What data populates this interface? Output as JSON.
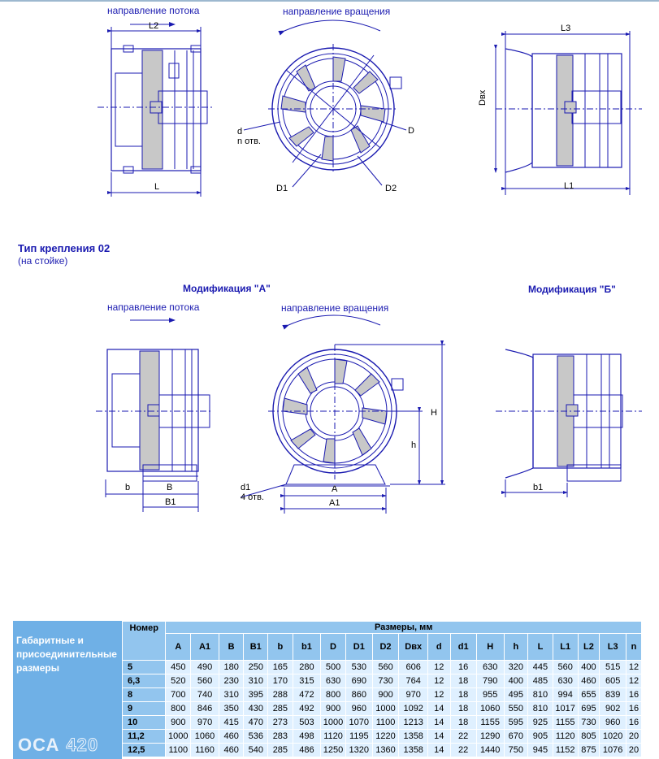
{
  "labels": {
    "flow_direction": "направление потока",
    "rotation_direction": "направление вращения",
    "d": "d",
    "n_holes": "n отв.",
    "d1_4holes": "d1",
    "four_holes": "4 отв."
  },
  "dims": {
    "L2": "L2",
    "L": "L",
    "L3": "L3",
    "L1": "L1",
    "Dvx": "Dвх",
    "D": "D",
    "D1": "D1",
    "D2": "D2",
    "b": "b",
    "B": "B",
    "B1": "B1",
    "A": "A",
    "A1": "A1",
    "H": "H",
    "h": "h",
    "b1": "b1"
  },
  "section": {
    "title": "Тип крепления 02",
    "subtitle": "(на стойке)",
    "mod_a": "Модификация \"А\"",
    "mod_b": "Модификация \"Б\""
  },
  "table": {
    "caption": "Габаритные и присоединительные размеры",
    "model": "ОСА",
    "model_num": "420",
    "nomer_header": "Номер",
    "units_header": "Размеры, мм",
    "columns": [
      "A",
      "A1",
      "B",
      "B1",
      "b",
      "b1",
      "D",
      "D1",
      "D2",
      "Dвх",
      "d",
      "d1",
      "H",
      "h",
      "L",
      "L1",
      "L2",
      "L3",
      "n"
    ],
    "rows": [
      {
        "no": "5",
        "values": [
          "450",
          "490",
          "180",
          "250",
          "165",
          "280",
          "500",
          "530",
          "560",
          "606",
          "12",
          "16",
          "630",
          "320",
          "445",
          "560",
          "400",
          "515",
          "12"
        ]
      },
      {
        "no": "6,3",
        "values": [
          "520",
          "560",
          "230",
          "310",
          "170",
          "315",
          "630",
          "690",
          "730",
          "764",
          "12",
          "18",
          "790",
          "400",
          "485",
          "630",
          "460",
          "605",
          "12"
        ]
      },
      {
        "no": "8",
        "values": [
          "700",
          "740",
          "310",
          "395",
          "288",
          "472",
          "800",
          "860",
          "900",
          "970",
          "12",
          "18",
          "955",
          "495",
          "810",
          "994",
          "655",
          "839",
          "16"
        ]
      },
      {
        "no": "9",
        "values": [
          "800",
          "846",
          "350",
          "430",
          "285",
          "492",
          "900",
          "960",
          "1000",
          "1092",
          "14",
          "18",
          "1060",
          "550",
          "810",
          "1017",
          "695",
          "902",
          "16"
        ]
      },
      {
        "no": "10",
        "values": [
          "900",
          "970",
          "415",
          "470",
          "273",
          "503",
          "1000",
          "1070",
          "1100",
          "1213",
          "14",
          "18",
          "1155",
          "595",
          "925",
          "1155",
          "730",
          "960",
          "16"
        ]
      },
      {
        "no": "11,2",
        "values": [
          "1000",
          "1060",
          "460",
          "536",
          "283",
          "498",
          "1120",
          "1195",
          "1220",
          "1358",
          "14",
          "22",
          "1290",
          "670",
          "905",
          "1120",
          "805",
          "1020",
          "20"
        ]
      },
      {
        "no": "12,5",
        "values": [
          "1100",
          "1160",
          "460",
          "540",
          "285",
          "486",
          "1250",
          "1320",
          "1360",
          "1358",
          "14",
          "22",
          "1440",
          "750",
          "945",
          "1152",
          "875",
          "1076",
          "20"
        ]
      }
    ]
  },
  "colors": {
    "line": "#1a1ab0",
    "fill": "#c8c8c8",
    "table_header": "#92c5ee",
    "table_cell": "#dff0ff",
    "table_panel": "#6fb0e6"
  }
}
